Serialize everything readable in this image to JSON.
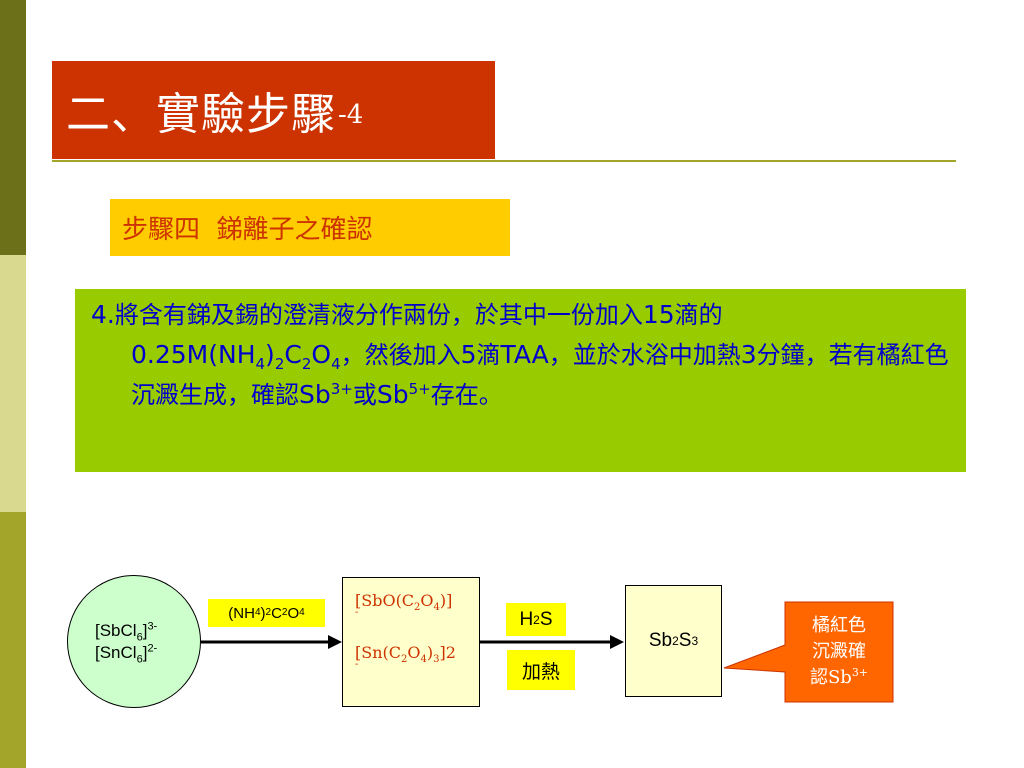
{
  "slide": {
    "title": "二、實驗步驟",
    "title_suffix": "-4",
    "subtitle": "步驟四  銻離子之確認"
  },
  "instruction": {
    "number": "4.",
    "text_1": "將含有銻及錫的澄清液分作兩份，於其中一份加入",
    "num_15": "15",
    "text_2": "滴的",
    "reagent_conc": "0.25M(NH",
    "sub_4a": "4",
    "close_paren": ")",
    "sub_2a": "2",
    "c_part": "C",
    "sub_2b": "2",
    "o_part": "O",
    "sub_4b": "4",
    "text_3": "，然後加入",
    "num_5": "5",
    "text_4": "滴",
    "taa": "TAA",
    "text_5": "，並於水浴中加熱",
    "num_3": "3",
    "text_6": "分鐘，若有橘紅色沉澱生成，確認",
    "sb1": "Sb",
    "sup_3plus": "3+",
    "text_7": "或",
    "sb2": "Sb",
    "sup_5plus": "5+",
    "text_8": "存在。"
  },
  "flow": {
    "start": {
      "line1_main": "[SbCl",
      "line1_sub": "6",
      "line1_close": "]",
      "line1_sup": "3-",
      "line2_main": "[SnCl",
      "line2_sub": "6",
      "line2_close": "]",
      "line2_sup": "2-"
    },
    "reagent": {
      "p1": "(NH",
      "s1": "4",
      "p2": ")",
      "s2": "2",
      "p3": "C",
      "s3": "2",
      "p4": "O",
      "s4": "4"
    },
    "complex": {
      "a1": "[SbO(C",
      "a_s1": "2",
      "a2": "O",
      "a_s2": "4",
      "a3": ")]",
      "a_dash": "-",
      "b1": "[Sn(C",
      "b_s1": "2",
      "b2": "O",
      "b_s2": "4",
      "b3": ")",
      "b_s3": "3",
      "b4": "]2",
      "b_dash": "-"
    },
    "h2s": {
      "p1": "H",
      "s1": "2",
      "p2": "S"
    },
    "heat": "加熱",
    "product": {
      "p1": "Sb",
      "s1": "2",
      "p2": "S",
      "s2": "3"
    },
    "callout": {
      "line1": "橘紅色",
      "line2": "沉澱確",
      "line3": "認Sb",
      "sup": "3+"
    }
  },
  "colors": {
    "title_bg": "#cc3300",
    "subtitle_bg": "#ffcc00",
    "panel_bg": "#99cc00",
    "panel_text": "#0000cc",
    "callout_bg": "#ff6600",
    "label_bg": "#ffff00"
  }
}
